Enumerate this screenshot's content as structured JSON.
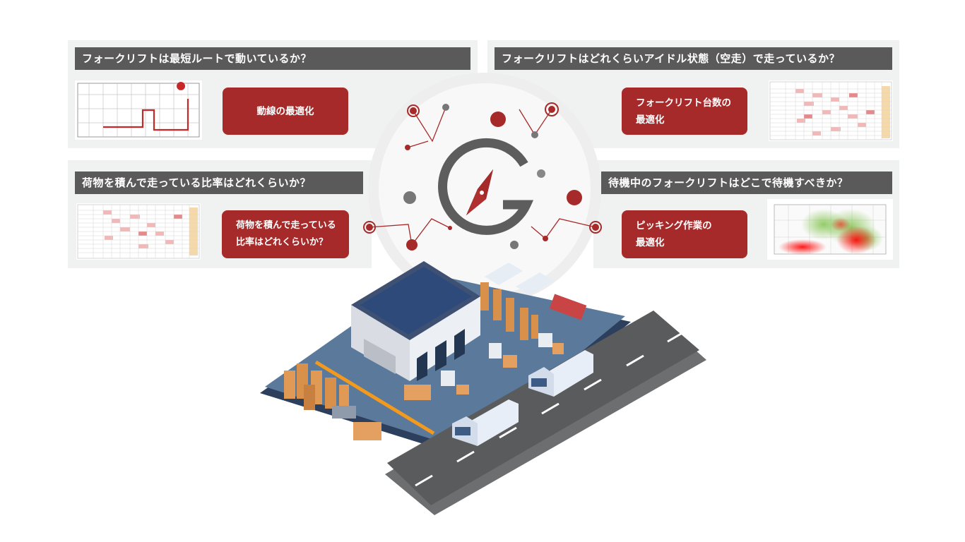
{
  "panels": {
    "top_left": {
      "question": "フォークリフトは最短ルートで動いているか？",
      "solution": "動線の最適化"
    },
    "top_right": {
      "question": "フォークリフトはどれくらいアイドル状態（空走）で走っているか？",
      "solution": "フォークリフト台数の\n最適化"
    },
    "bottom_left": {
      "question": "荷物を積んで走っている比率はどれくらいか？",
      "solution": "荷物を積んで走っている\n比率はどれくらいか？"
    },
    "bottom_right": {
      "question": "待機中のフォークリフトはどこで待機すべきか？",
      "solution": "ピッキング作業の\n最適化"
    }
  },
  "colors": {
    "accent_red": "#a72a2a",
    "question_bar": "#5a5a5a",
    "panel_bg": "#f0f1f1",
    "logo_gray": "#5d5d5d"
  },
  "icons": {
    "logo": "compass-g-logo-icon",
    "map_pin": "map-pin-icon"
  }
}
